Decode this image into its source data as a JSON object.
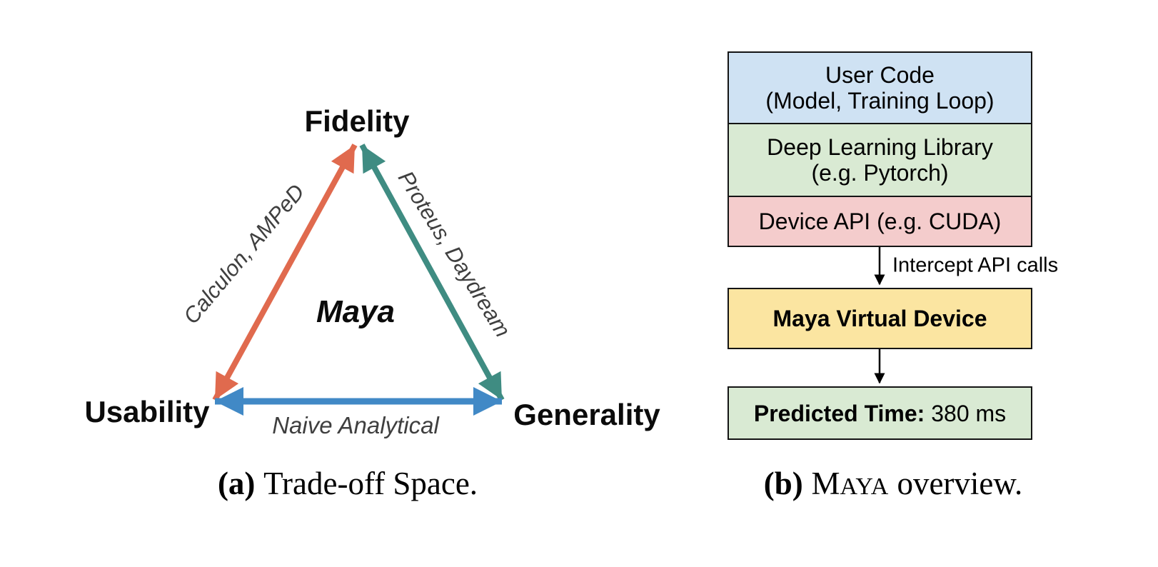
{
  "panel_a": {
    "caption": {
      "prefix": "(a)",
      "text": "Trade-off Space."
    },
    "vertices": {
      "top": "Fidelity",
      "bottom_left": "Usability",
      "bottom_right": "Generality"
    },
    "center_label": "Maya",
    "edges": {
      "left": {
        "label": "Calculon, AMPeD",
        "color": "#E06A4E"
      },
      "right": {
        "label": "Proteus, Daydream",
        "color": "#3F8C82"
      },
      "bottom": {
        "label": "Naive Analytical",
        "color": "#4189C6"
      }
    },
    "edge_label_color": "#3F3F3F"
  },
  "panel_b": {
    "caption": {
      "prefix": "(b)",
      "brand_initial": "M",
      "brand_small_caps": "AYA",
      "text": "overview."
    },
    "stack_boxes": [
      {
        "line1": "User Code",
        "line2": "(Model, Training Loop)",
        "fill": "#CFE2F3"
      },
      {
        "line1": "Deep Learning Library",
        "line2": "(e.g. Pytorch)",
        "fill": "#D9EAD3"
      },
      {
        "line1": "Device API (e.g. CUDA)",
        "fill": "#F4CCCC"
      }
    ],
    "intercept_label": "Intercept API calls",
    "virtual_device": {
      "label": "Maya Virtual Device",
      "fill": "#FBE5A1"
    },
    "result": {
      "label": "Predicted Time:",
      "value": " 380 ms",
      "fill": "#D9EAD3"
    },
    "flow_arrow_color": "#000000"
  }
}
